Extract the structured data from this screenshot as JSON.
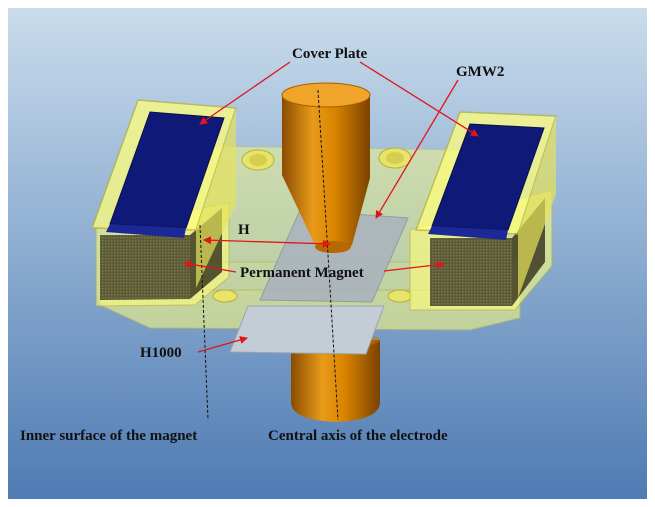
{
  "labels": {
    "cover_plate": "Cover Plate",
    "gmw2": "GMW2",
    "h": "H",
    "permanent_magnet": "Permanent Magnet",
    "h1000": "H1000",
    "inner_surface": "Inner surface of the magnet",
    "central_axis": "Central axis of the electrode"
  },
  "colors": {
    "background_top": "#c9dcec",
    "background_bottom": "#4e7bb3",
    "frame_yellow": "#ffff7a",
    "electrode_orange": "#d98400",
    "cover_navy": "#0f1a78",
    "magnet_body": "#6a6a3e",
    "arrow_red": "#e0141a",
    "sample_gray": "#c4ccd6"
  }
}
